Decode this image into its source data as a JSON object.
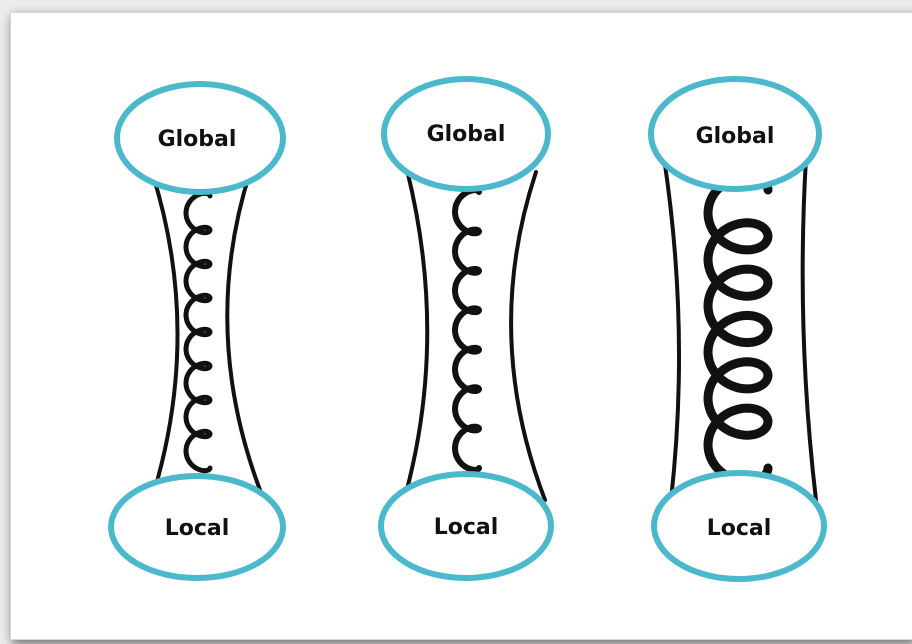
{
  "diagram": {
    "colors": {
      "ellipse_stroke": "#4bb8cc",
      "line": "#111111"
    },
    "panels": [
      {
        "top_label": "Global",
        "bottom_label": "Local",
        "coil": "thin"
      },
      {
        "top_label": "Global",
        "bottom_label": "Local",
        "coil": "medium"
      },
      {
        "top_label": "Global",
        "bottom_label": "Local",
        "coil": "thick"
      }
    ]
  }
}
